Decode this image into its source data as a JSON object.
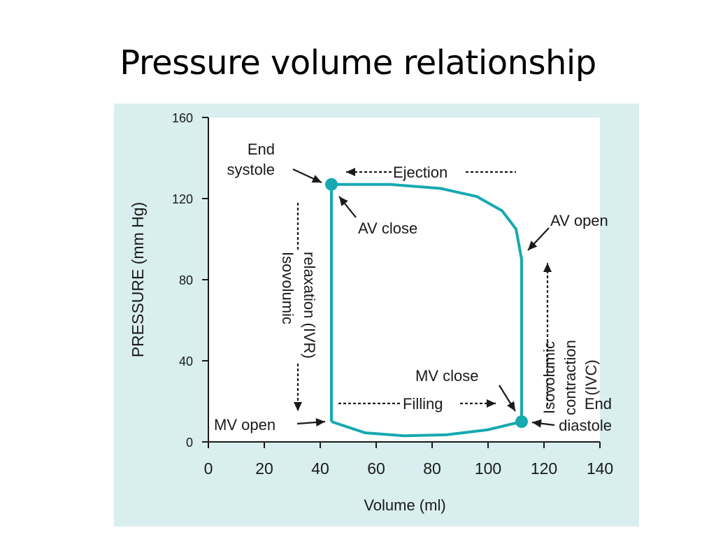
{
  "slide": {
    "title": "Pressure volume relationship"
  },
  "colors": {
    "figure_background": "#d9eeee",
    "plot_background": "#ffffff",
    "loop": "#16a9b0",
    "text": "#1a1a1a"
  },
  "chart_data": {
    "type": "line",
    "xlabel": "Volume (ml)",
    "ylabel": "PRESSURE (mm Hg)",
    "xlim": [
      0,
      140
    ],
    "ylim": [
      0,
      160
    ],
    "x_ticks": [
      0,
      20,
      40,
      60,
      80,
      100,
      120,
      140
    ],
    "y_ticks": [
      0,
      40,
      80,
      120,
      160
    ],
    "grid": false,
    "series": [
      {
        "points": [
          [
            44,
            10
          ],
          [
            56,
            4.5
          ],
          [
            70,
            3
          ],
          [
            85,
            3.5
          ],
          [
            100,
            6
          ],
          [
            112,
            10
          ],
          [
            112,
            90
          ],
          [
            110,
            105
          ],
          [
            105,
            114
          ],
          [
            96,
            121
          ],
          [
            83,
            125
          ],
          [
            65,
            127
          ],
          [
            44,
            127
          ],
          [
            44,
            10
          ]
        ]
      }
    ],
    "key_points": [
      {
        "x": 44,
        "y": 127,
        "label": "End systole"
      },
      {
        "x": 112,
        "y": 10,
        "label": "End diastole"
      }
    ],
    "annotations": {
      "end_systole": "End\nsystole",
      "ejection": "Ejection",
      "av_close": "AV close",
      "av_open": "AV open",
      "ivr": "Isovolumic\nrelaxation (IVR)",
      "ivc": "Isovolumic\ncontraction\n(IVC)",
      "mv_close": "MV close",
      "filling": "Filling",
      "mv_open": "MV open",
      "end_diastole": "End\ndiastole"
    }
  }
}
